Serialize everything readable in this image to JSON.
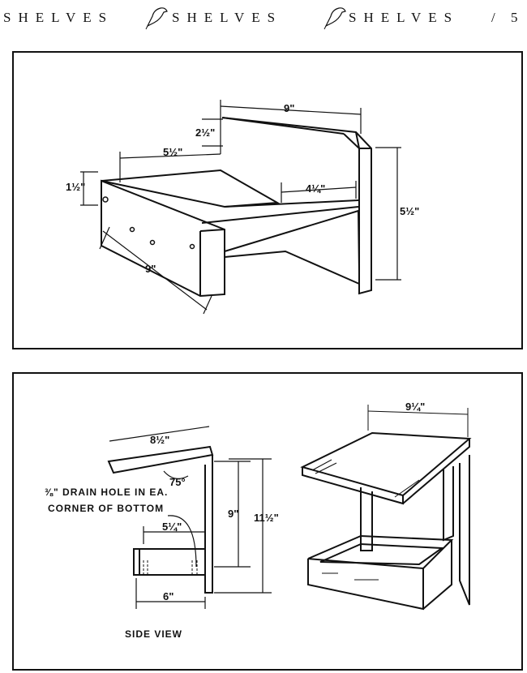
{
  "header": {
    "segments": [
      "SHELVES",
      "SHELVES",
      "SHELVES"
    ],
    "slash": "/",
    "page_number": "5"
  },
  "top_diagram": {
    "dims": {
      "back_width": "9\"",
      "back_top_height": "2½\"",
      "top_depth": "5½\"",
      "inner_depth": "4¼\"",
      "front_height": "1½\"",
      "back_height": "5½\"",
      "front_length": "9\""
    }
  },
  "bottom_diagram": {
    "dims": {
      "roof_length": "8½\"",
      "angle": "75°",
      "post_height": "9\"",
      "overall_height": "11½\"",
      "tray_inner": "5¼\"",
      "tray_outer": "6\"",
      "roof_width": "9¼\""
    },
    "note_line1": "⅜\" DRAIN  HOLE  IN  EA.",
    "note_line2": "CORNER  OF  BOTTOM",
    "side_view_label": "SIDE  VIEW"
  }
}
